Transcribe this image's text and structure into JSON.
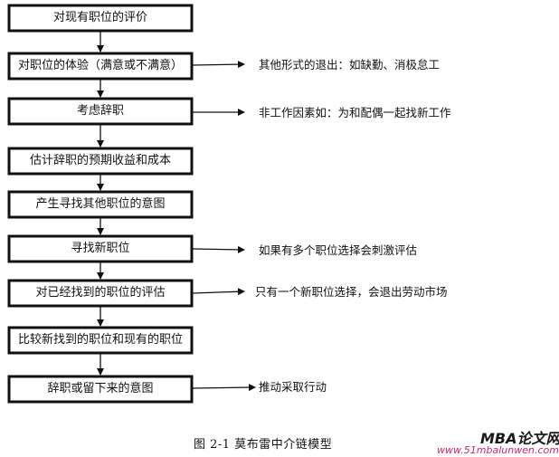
{
  "colors": {
    "line": "#111111",
    "text": "#111111",
    "watermark_url": "#d6246e"
  },
  "steps": [
    "对现有职位的评价",
    "对职位的体验（满意或不满意）",
    "考虑辞职",
    "估计辞职的预期收益和成本",
    "产生寻找其他职位的意图",
    "寻找新职位",
    "对已经找到的职位的评估",
    "比较新找到的职位和现有的职位",
    "辞职或留下来的意图"
  ],
  "notes": [
    "其他形式的退出：如缺勤、消极怠工",
    "非工作因素如：为和配偶一起找新工作",
    "如果有多个职位选择会刺激评估",
    "只有一个新职位选择，会退出劳动市场",
    "推动采取行动"
  ],
  "caption": "图 2-1   莫布雷中介链模型",
  "watermark": {
    "title": "MBA论文网",
    "url": "www.51mbalunwen.com"
  }
}
